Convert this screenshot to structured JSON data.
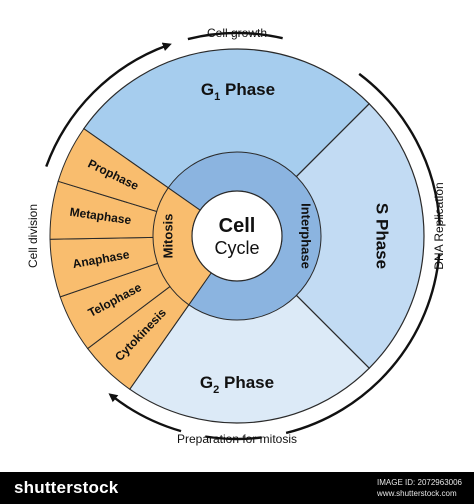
{
  "diagram": {
    "center": {
      "line1": "Cell",
      "line2": "Cycle"
    },
    "interphase": "Interphase",
    "mitosis": "Mitosis",
    "phases": {
      "g1": {
        "letter": "G",
        "sub": "1",
        "rest": " Phase"
      },
      "s": "S Phase",
      "g2": {
        "letter": "G",
        "sub": "2",
        "rest": " Phase"
      }
    },
    "mitosis_stages": [
      "Cytokinesis",
      "Telophase",
      "Anaphase",
      "Metaphase",
      "Prophase"
    ],
    "outer_labels": {
      "top": "Cell growth",
      "right": "DNA Replication",
      "bottom": "Preparation for mitosis",
      "left": "Cell division"
    },
    "colors": {
      "g1": "#a6cdee",
      "s": "#c2dbf3",
      "g2": "#dceaf7",
      "mitosis": "#f9bd6e",
      "inner_ring": "#8bb4e0",
      "stroke": "#2a2a2a"
    }
  },
  "footer": {
    "brand": "shutterstock",
    "image_id": "IMAGE ID: 2072963006",
    "site": "www.shutterstock.com"
  }
}
